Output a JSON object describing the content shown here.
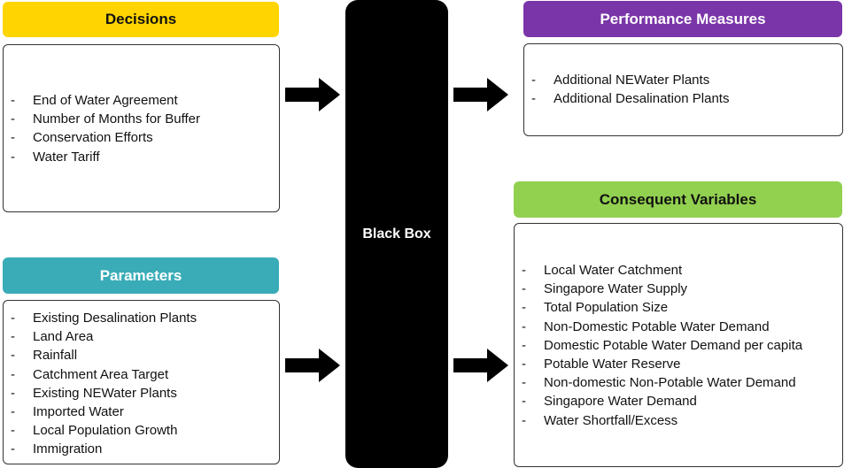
{
  "decisions": {
    "title": "Decisions",
    "items": [
      "End of Water Agreement",
      "Number of Months for Buffer",
      "Conservation Efforts",
      "Water Tariff"
    ]
  },
  "parameters": {
    "title": "Parameters",
    "items": [
      "Existing Desalination Plants",
      "Land Area",
      "Rainfall",
      "Catchment Area Target",
      "Existing NEWater Plants",
      "Imported Water",
      "Local Population Growth",
      "Immigration"
    ]
  },
  "black_box": {
    "label": "Black Box"
  },
  "performance_measures": {
    "title": "Performance Measures",
    "items": [
      "Additional NEWater Plants",
      "Additional Desalination Plants"
    ]
  },
  "consequent_variables": {
    "title": "Consequent Variables",
    "items": [
      "Local Water Catchment",
      "Singapore Water Supply",
      "Total Population Size",
      "Non-Domestic Potable Water Demand",
      "Domestic Potable Water Demand per capita",
      "Potable Water Reserve",
      "Non-domestic Non-Potable Water Demand",
      "Singapore Water Demand",
      "Water Shortfall/Excess"
    ]
  },
  "bullet": "-",
  "colors": {
    "decisions_header": "#ffd400",
    "parameters_header": "#3aacb8",
    "performance_header": "#7a35a8",
    "consequent_header": "#92d050",
    "black_box": "#000000"
  }
}
